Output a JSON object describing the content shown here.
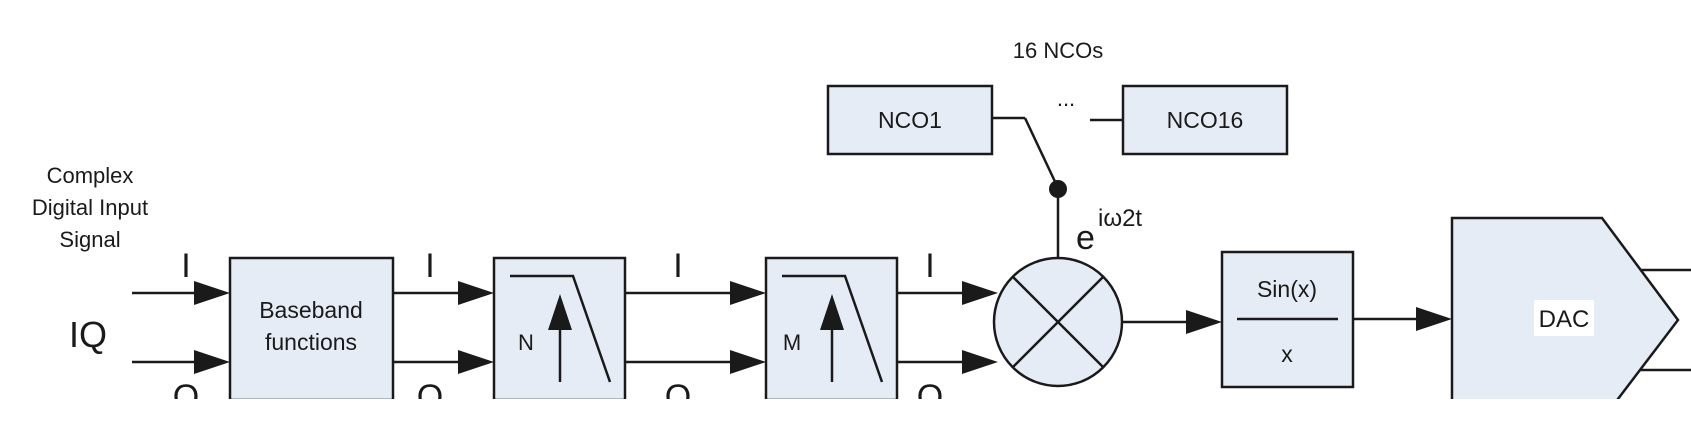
{
  "input": {
    "caption_line1": "Complex",
    "caption_line2": "Digital Input",
    "caption_line3": "Signal",
    "iq_label": "IQ"
  },
  "rails": {
    "i_label": "I",
    "q_label": "Q"
  },
  "blocks": {
    "baseband_line1": "Baseband",
    "baseband_line2": "functions",
    "filter_n_label": "N",
    "filter_m_label": "M",
    "sinc_numerator": "Sin(x)",
    "sinc_denominator": "x",
    "dac_label": "DAC"
  },
  "nco": {
    "group_label": "16 NCOs",
    "first_label": "NCO1",
    "last_label": "NCO16",
    "ellipsis": "...",
    "exponent_base": "e",
    "exponent_power": "iω2t"
  },
  "colors": {
    "block_fill": "#e6ecf5",
    "stroke": "#1a1a1a",
    "background": "#ffffff"
  }
}
